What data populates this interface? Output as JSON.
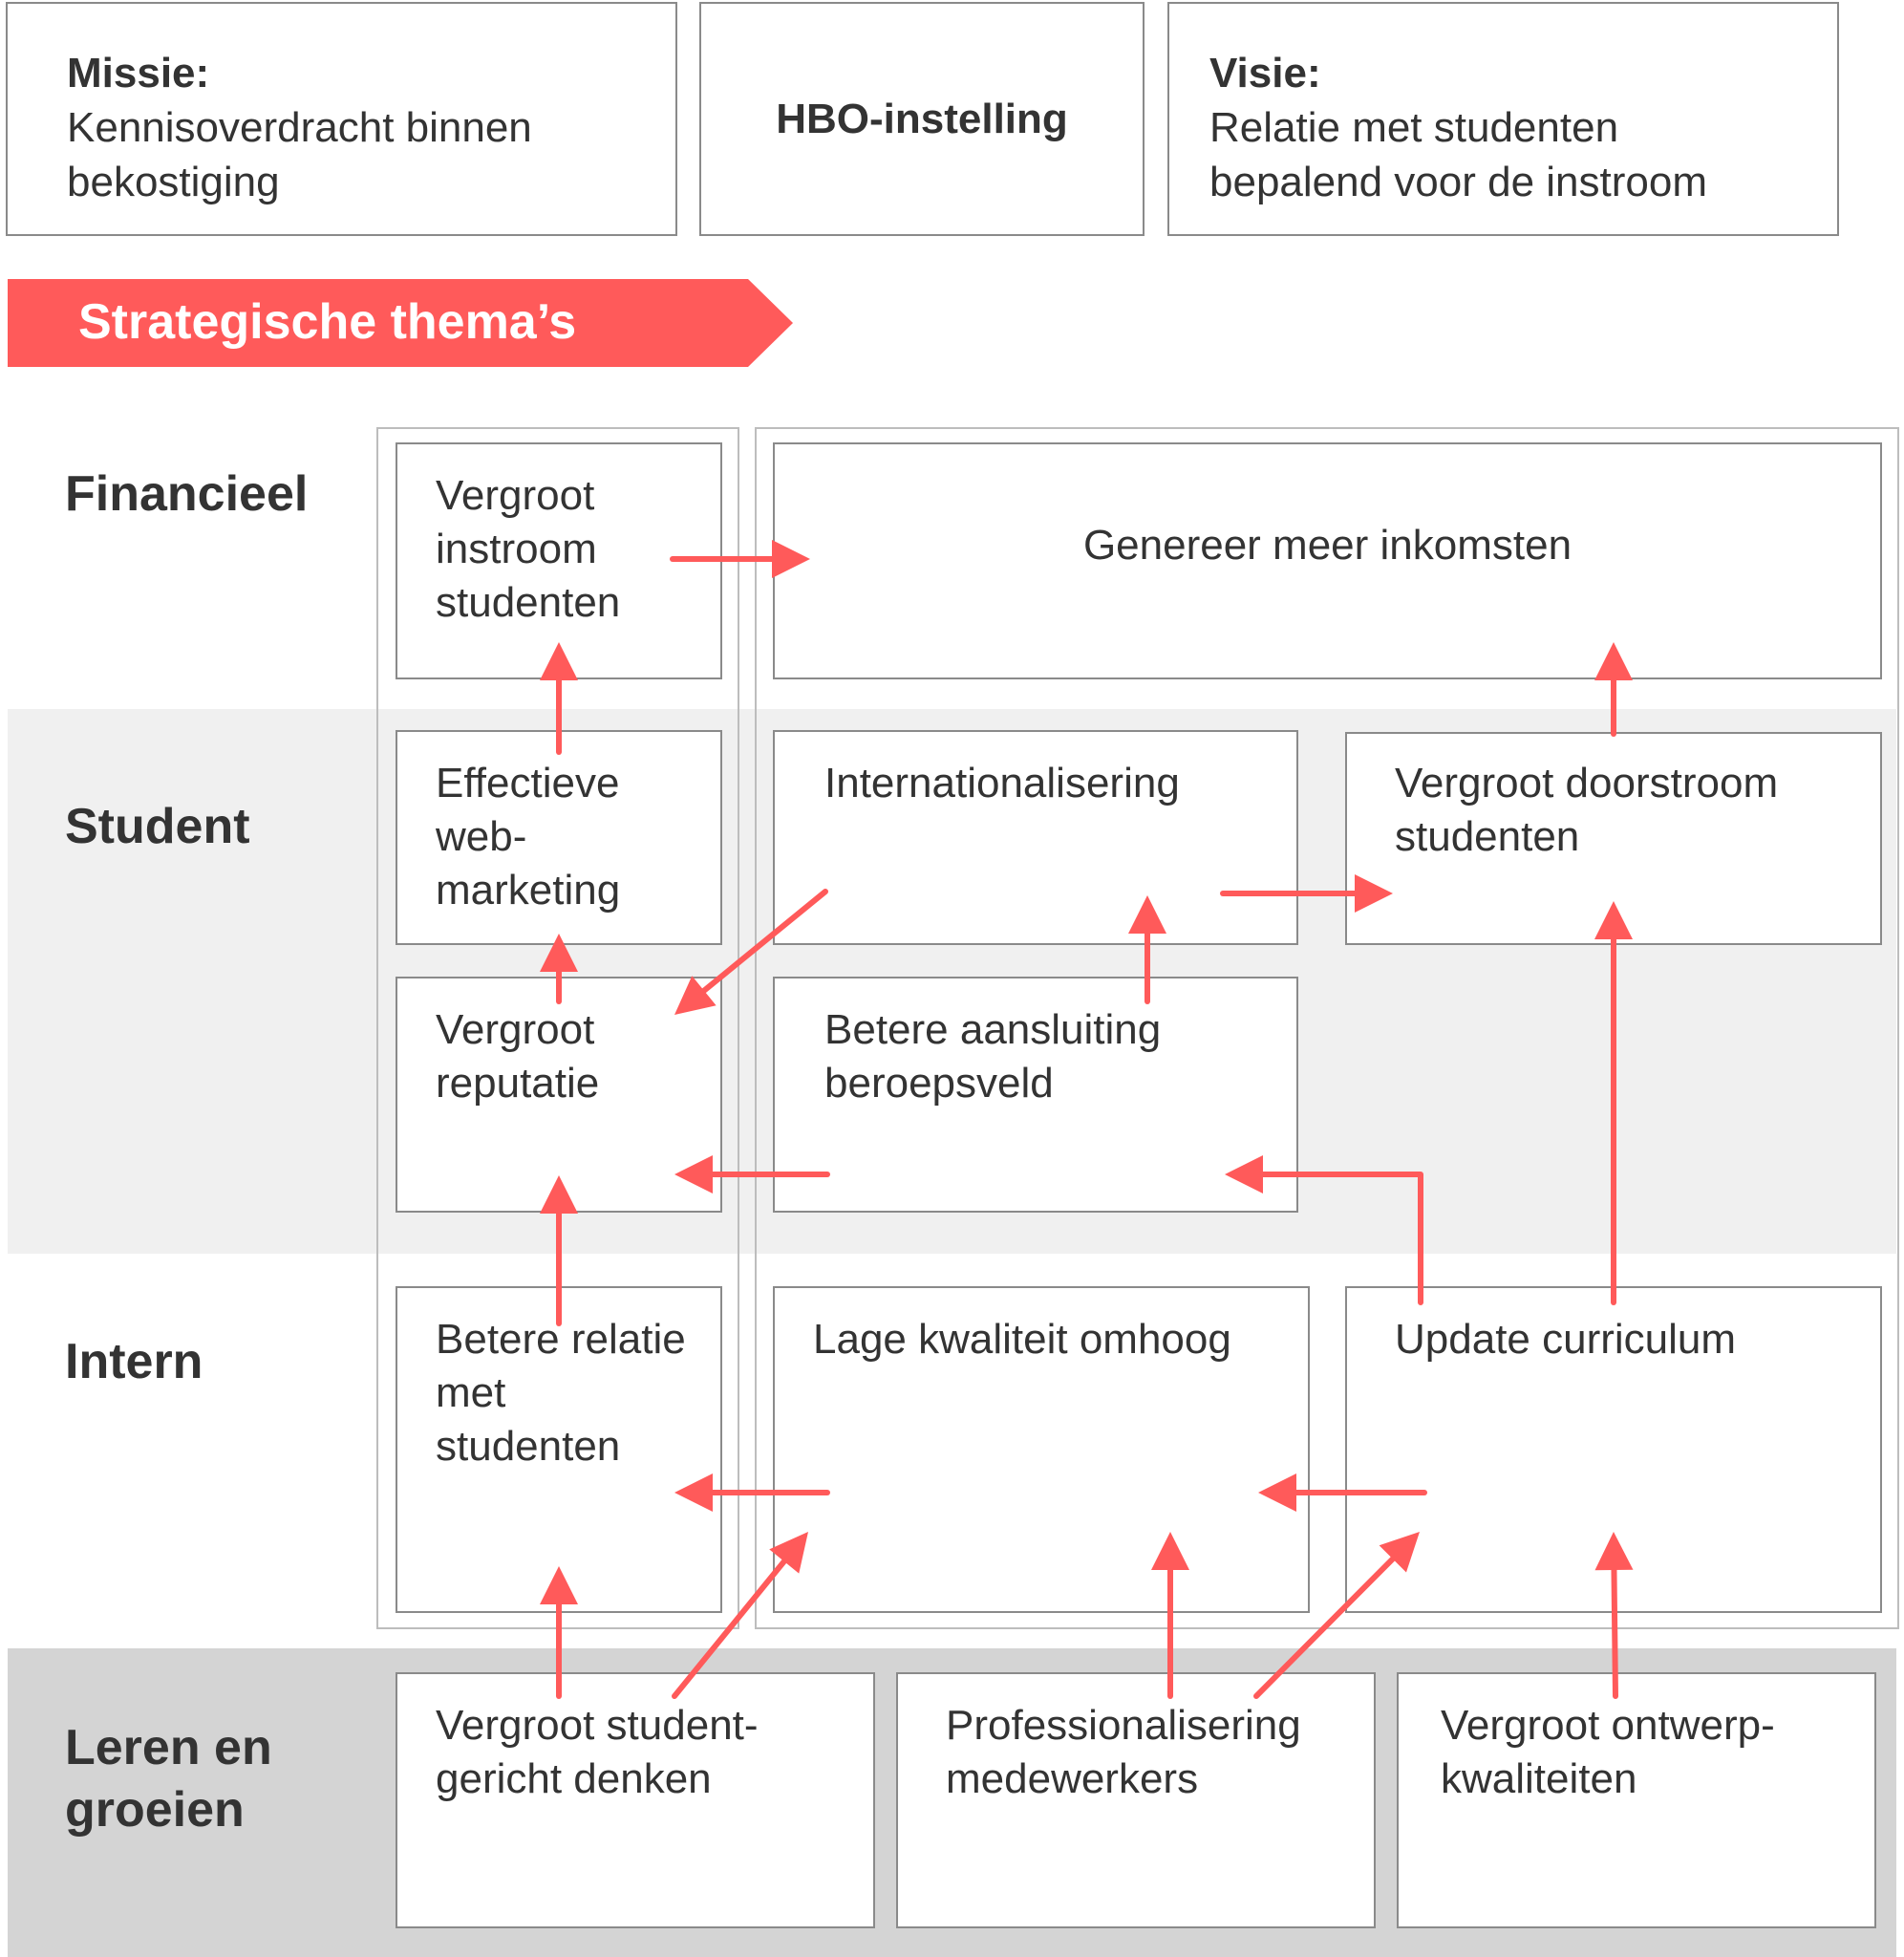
{
  "header": {
    "mission": {
      "title": "Missie:",
      "text": "Kennisoverdracht binnen bekostiging"
    },
    "organization": {
      "title": "HBO-instelling"
    },
    "vision": {
      "title": "Visie:",
      "text": "Relatie met studenten bepalend voor de instroom"
    }
  },
  "banner": {
    "label": "Strategische thema’s",
    "color": "#ff5a5a"
  },
  "perspectives": {
    "financial": "Financieel",
    "student": "Student",
    "internal": "Intern",
    "learning_line1": "Leren en",
    "learning_line2": "groeien"
  },
  "nodes": {
    "vergroot_instroom": "Vergroot instroom studenten",
    "genereer_inkomsten": "Genereer meer inkomsten",
    "effectieve_webmarketing": "Effectieve web-marketing",
    "internationalisering": "Internationalisering",
    "vergroot_doorstroom": "Vergroot doorstroom studenten",
    "vergroot_reputatie": "Vergroot reputatie",
    "betere_aansluiting": "Betere aansluiting beroepsveld",
    "betere_relatie": "Betere relatie met studenten",
    "lage_kwaliteit": "Lage kwaliteit omhoog",
    "update_curriculum": "Update curriculum",
    "studentgericht_denken": "Vergroot student-gericht denken",
    "professionalisering": "Professionalisering medewerkers",
    "ontwerpkwaliteiten": "Vergroot ontwerp-kwaliteiten"
  },
  "colors": {
    "accent": "#ff5a5a",
    "box_border": "#8a8a8a",
    "frame_border": "#bdbdbd",
    "student_band": "#f0f0f0",
    "learning_band": "#d4d4d4",
    "text": "#333333"
  },
  "arrows": [
    {
      "from": "vergroot_instroom",
      "to": "genereer_inkomsten"
    },
    {
      "from": "effectieve_webmarketing",
      "to": "vergroot_instroom"
    },
    {
      "from": "vergroot_doorstroom",
      "to": "genereer_inkomsten"
    },
    {
      "from": "vergroot_reputatie",
      "to": "effectieve_webmarketing"
    },
    {
      "from": "internationalisering",
      "to": "vergroot_reputatie"
    },
    {
      "from": "internationalisering",
      "to": "vergroot_doorstroom"
    },
    {
      "from": "betere_aansluiting",
      "to": "internationalisering"
    },
    {
      "from": "betere_aansluiting",
      "to": "vergroot_reputatie"
    },
    {
      "from": "update_curriculum",
      "to": "betere_aansluiting"
    },
    {
      "from": "update_curriculum",
      "to": "vergroot_doorstroom"
    },
    {
      "from": "betere_relatie",
      "to": "vergroot_reputatie"
    },
    {
      "from": "lage_kwaliteit",
      "to": "betere_relatie"
    },
    {
      "from": "update_curriculum",
      "to": "lage_kwaliteit"
    },
    {
      "from": "studentgericht_denken",
      "to": "betere_relatie"
    },
    {
      "from": "studentgericht_denken",
      "to": "lage_kwaliteit"
    },
    {
      "from": "professionalisering",
      "to": "lage_kwaliteit"
    },
    {
      "from": "professionalisering",
      "to": "update_curriculum"
    },
    {
      "from": "ontwerpkwaliteiten",
      "to": "update_curriculum"
    }
  ]
}
